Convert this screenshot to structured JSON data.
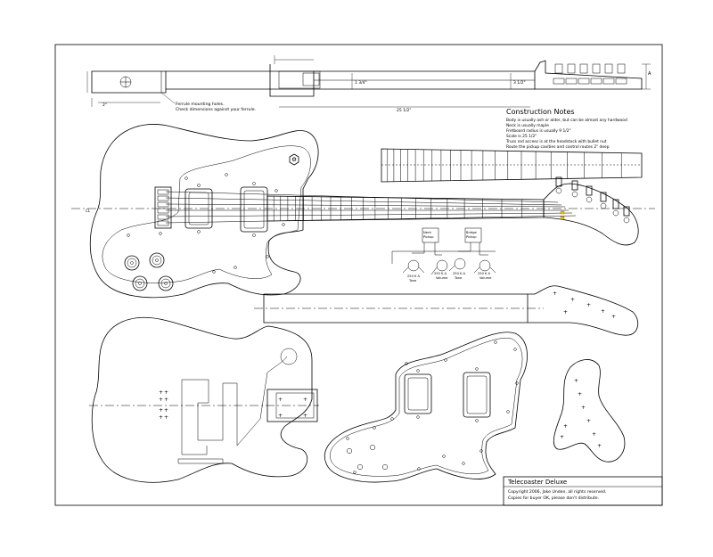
{
  "notes": {
    "title": "Construction Notes",
    "lines": [
      "Body is usually ash or alder, but can be almost any hardwood",
      "Neck is usually maple",
      "Fretboard radius is usually 9 1/2\"",
      "Scale is 25 1/2\"",
      "Truss rod access is at the headstock with bullet nut",
      "Route the pickup cavities and control routes 2\" deep"
    ]
  },
  "ferrule_note": {
    "line1": "Ferrule mounting holes.",
    "line2": "Check dimensions against your ferrule."
  },
  "wiring": {
    "neck_pickup": [
      "Neck",
      "Pickup"
    ],
    "bridge_pickup": [
      "Bridge",
      "Pickup"
    ],
    "pots": [
      {
        "value": "250 K A",
        "label": "Tone"
      },
      {
        "value": "250 K A",
        "label": "Volume"
      },
      {
        "value": "250 K A",
        "label": "Tone"
      },
      {
        "value": "250 K A",
        "label": "Volume"
      }
    ]
  },
  "title_block": {
    "title": "Telecoaster Deluxe",
    "copyright": "Copyright 2006, Jake Unden, all rights reserved.",
    "license": "Copies for buyer OK, please don't distribute."
  },
  "dims": {
    "top_small": "2\"",
    "top_neck": "1 3/4\"",
    "top_len": "25 1/2\"",
    "top_head": "3 1/2\"",
    "side_mark": "A",
    "body_mark": "CL"
  }
}
